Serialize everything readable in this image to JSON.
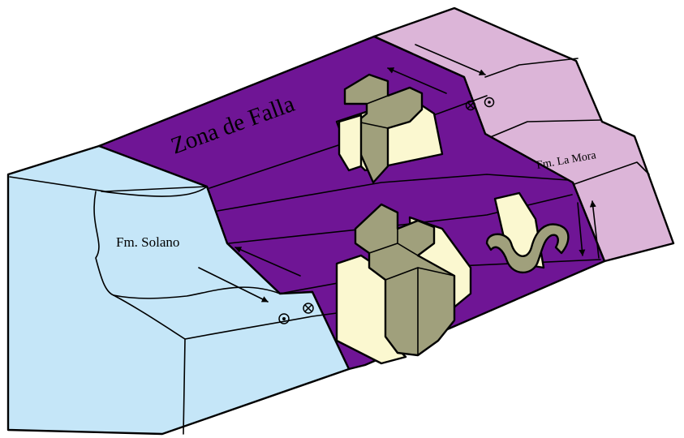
{
  "labels": {
    "zone": "Zona de Falla",
    "left_formation": "Fm. Solano",
    "right_formation": "Fm. La Mora"
  },
  "colors": {
    "solano_fill": "#c5e6f8",
    "fault_zone_fill": "#6f1595",
    "la_mora_fill": "#dcb5d8",
    "fold_fill": "#a0a07c",
    "plane_fill": "#fbf8d0",
    "outline": "#000000"
  },
  "symbols": {
    "out_of_page": "dot-in-circle",
    "into_page": "cross-in-circle"
  }
}
